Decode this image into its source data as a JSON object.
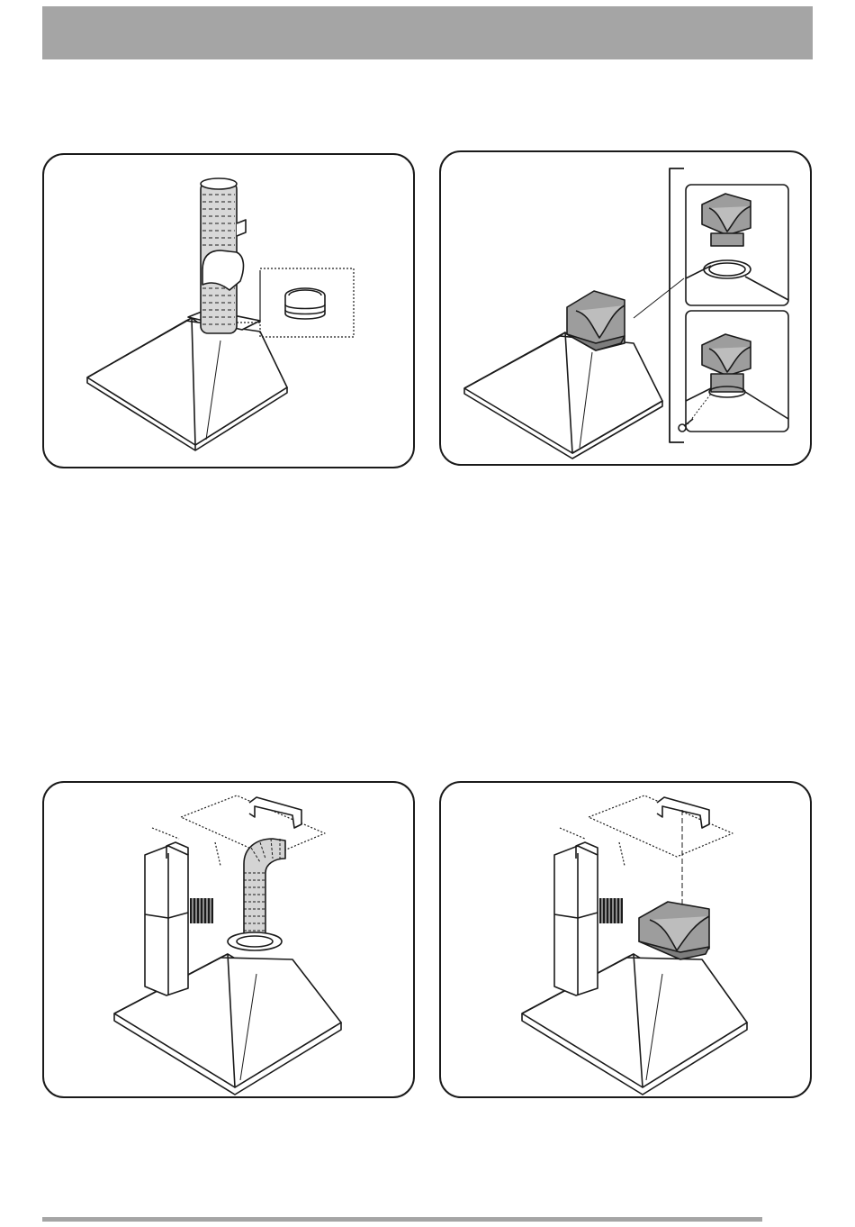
{
  "colors": {
    "header_bar": "#a5a5a5",
    "footer_bar": "#a5a5a5",
    "line": "#1a1a1a",
    "filter_fill": "#9d9d9d",
    "duct_fill": "#cfcfcf"
  },
  "figures": [
    {
      "id": "fig-1",
      "depicts": "hood-with-flexible-duct-and-adapter-ring"
    },
    {
      "id": "fig-2",
      "depicts": "hood-with-charcoal-filter-deflector-and-detail-insets"
    },
    {
      "id": "fig-3",
      "depicts": "hood-chimney-and-duct-exploded-view"
    },
    {
      "id": "fig-4",
      "depicts": "hood-chimney-and-deflector-exploded-view"
    }
  ]
}
